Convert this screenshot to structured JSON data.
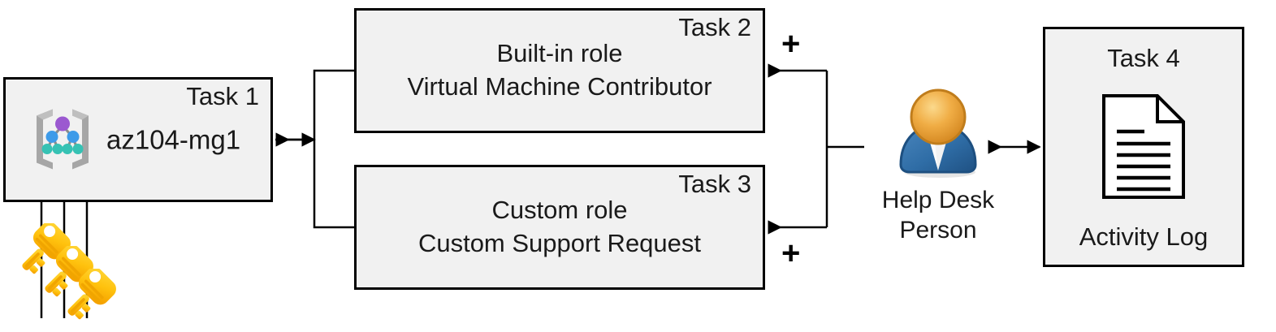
{
  "diagram": {
    "title": "Azure RBAC task diagram",
    "background": "#ffffff",
    "box_fill": "#f1f1f1",
    "box_stroke": "#000000",
    "line_color": "#000000"
  },
  "task1": {
    "label": "Task 1",
    "name": "az104-mg1",
    "icon": "management-group-icon"
  },
  "task2": {
    "label": "Task 2",
    "line1": "Built-in role",
    "line2": "Virtual Machine Contributor"
  },
  "task3": {
    "label": "Task 3",
    "line1": "Custom role",
    "line2": "Custom Support Request"
  },
  "task4": {
    "label": "Task 4",
    "caption": "Activity Log",
    "icon": "document-icon"
  },
  "person": {
    "icon": "user-person-icon",
    "caption_line1": "Help Desk",
    "caption_line2": "Person",
    "head_color": "#e8a33d",
    "body_color": "#2e6ca4"
  },
  "operators": {
    "plus_top": "+",
    "plus_bottom": "+"
  },
  "keys": {
    "icon": "key-icon",
    "count": 3,
    "color": "#ffc20e"
  }
}
